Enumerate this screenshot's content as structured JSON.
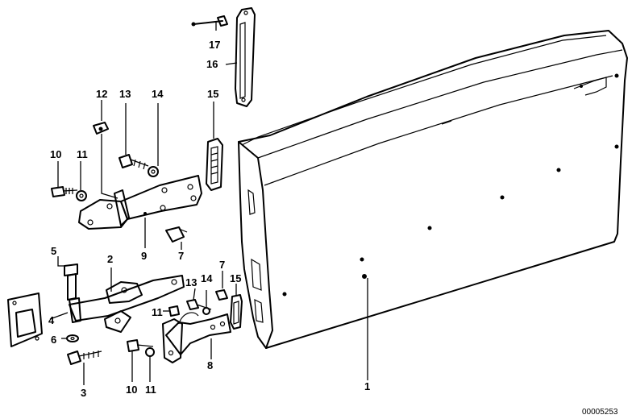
{
  "diagram": {
    "drawing_number": "00005253",
    "callouts": {
      "c1": "1",
      "c2": "2",
      "c3": "3",
      "c4": "4",
      "c5": "5",
      "c6": "6",
      "c7a": "7",
      "c7b": "7",
      "c8": "8",
      "c9": "9",
      "c10a": "10",
      "c10b": "10",
      "c11a": "11",
      "c11b": "11",
      "c11c": "11",
      "c12": "12",
      "c13a": "13",
      "c13b": "13",
      "c14a": "14",
      "c14b": "14",
      "c15a": "15",
      "c15b": "15",
      "c16": "16",
      "c17": "17"
    }
  }
}
